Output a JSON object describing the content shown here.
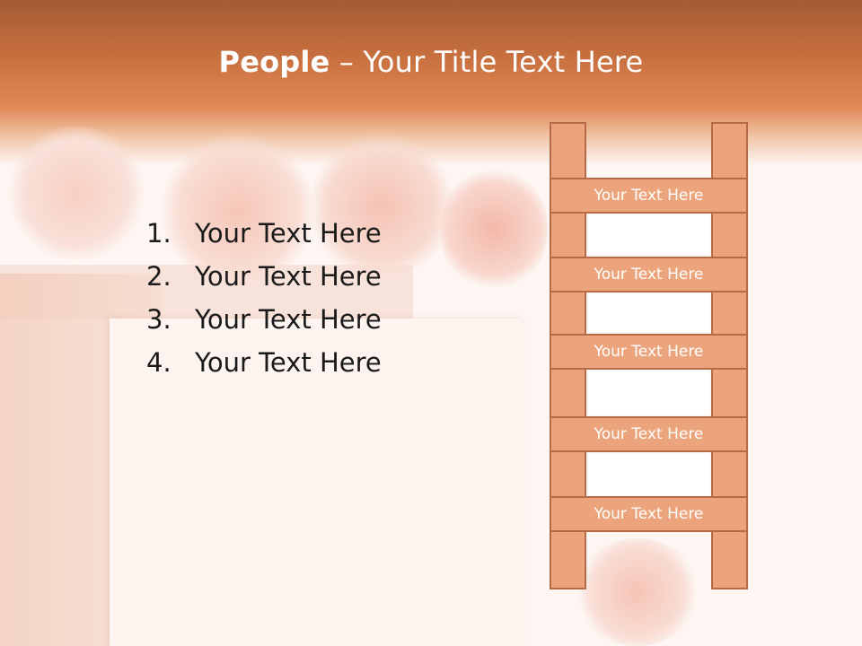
{
  "slide": {
    "title_bold": "People",
    "title_rest": " – Your Title Text Here"
  },
  "list": {
    "items": [
      {
        "number": "1.",
        "text": "Your Text Here"
      },
      {
        "number": "2.",
        "text": "Your Text Here"
      },
      {
        "number": "3.",
        "text": "Your Text Here"
      },
      {
        "number": "4.",
        "text": "Your Text Here"
      }
    ]
  },
  "ladder": {
    "rungs": [
      {
        "label": "Your Text Here"
      },
      {
        "label": "Your Text Here"
      },
      {
        "label": "Your Text Here"
      },
      {
        "label": "Your Text Here"
      },
      {
        "label": "Your Text Here"
      }
    ]
  },
  "colors": {
    "header": "#c8703f",
    "ladder_fill": "#eba47b",
    "ladder_stroke": "#b86a47",
    "background": "#fdf6f3"
  }
}
